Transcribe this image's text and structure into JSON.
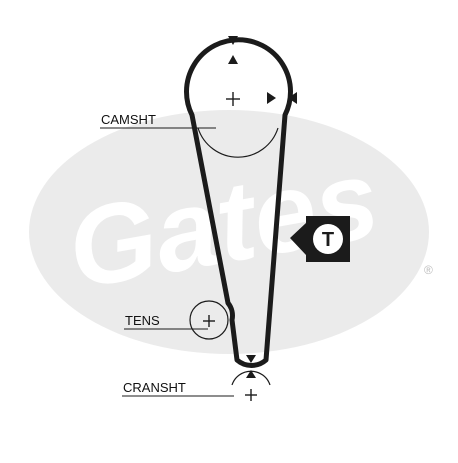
{
  "colors": {
    "belt": "#1b1b1b",
    "watermark": "#ebebeb",
    "label": "#111111",
    "badge_bg": "#1b1b1b",
    "badge_fg": "#ffffff"
  },
  "labels": {
    "camshaft": "CAMSHT",
    "tensioner": "TENS",
    "crankshaft": "CRANSHT"
  },
  "tension_badge": {
    "letter": "T"
  },
  "watermark": {
    "brand": "Gates",
    "registered_mark": "®"
  },
  "icons": {
    "camshaft_center": "plus-icon",
    "tensioner_center": "plus-icon",
    "crankshaft_center": "plus-icon",
    "timing_marks": "triangle-marker-icon"
  }
}
